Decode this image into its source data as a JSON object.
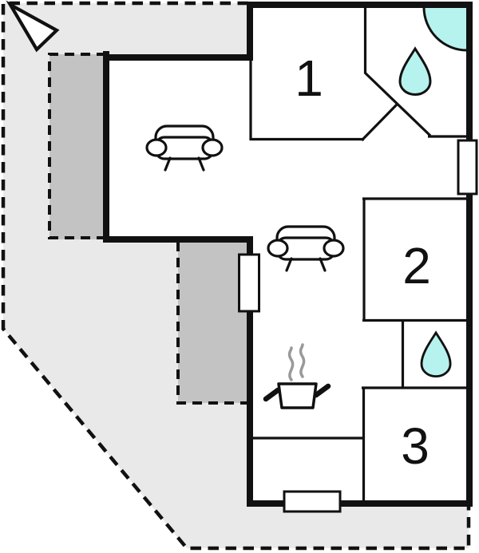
{
  "plan": {
    "rooms": [
      {
        "label": "1"
      },
      {
        "label": "2"
      },
      {
        "label": "3"
      }
    ],
    "icons": [
      {
        "name": "north-arrow-icon"
      },
      {
        "name": "sofa-icon",
        "count": 2
      },
      {
        "name": "water-drop-icon",
        "count": 2
      },
      {
        "name": "shower-corner-icon",
        "count": 1
      },
      {
        "name": "cooking-pot-icon",
        "count": 1
      },
      {
        "name": "steam-icon",
        "count": 1
      }
    ],
    "windows": {
      "count": 3
    }
  },
  "colors": {
    "plot": "#e9e9e9",
    "terrace": "#c3c3c3",
    "water": "#b6f2ee",
    "wall": "#111111",
    "steam": "#999999",
    "interior": "#ffffff"
  }
}
